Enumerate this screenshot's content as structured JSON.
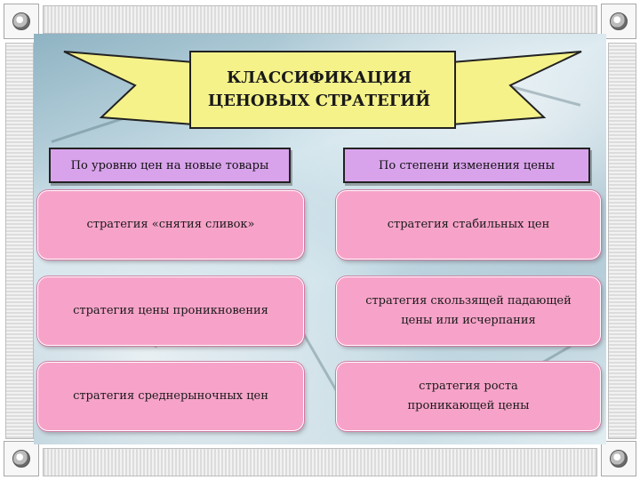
{
  "title": {
    "line1": "КЛАССИФИКАЦИЯ",
    "line2": "ЦЕНОВЫХ СТРАТЕГИЙ"
  },
  "columns": [
    {
      "header": "По уровню цен на новые товары",
      "items": [
        {
          "lines": [
            "стратегия «снятия сливок»"
          ]
        },
        {
          "lines": [
            "стратегия цены проникновения"
          ]
        },
        {
          "lines": [
            "стратегия среднерыночных цен"
          ]
        }
      ]
    },
    {
      "header": "По степени изменения цены",
      "items": [
        {
          "lines": [
            "стратегия стабильных цен"
          ]
        },
        {
          "lines": [
            "стратегия скользящей падающей",
            "цены или исчерпания"
          ]
        },
        {
          "lines": [
            "стратегия роста",
            "проникающей цены"
          ]
        }
      ]
    }
  ],
  "colors": {
    "banner_fill": "#f5f28a",
    "header_fill": "#d9a3ec",
    "item_fill": "#f7a3c9"
  }
}
